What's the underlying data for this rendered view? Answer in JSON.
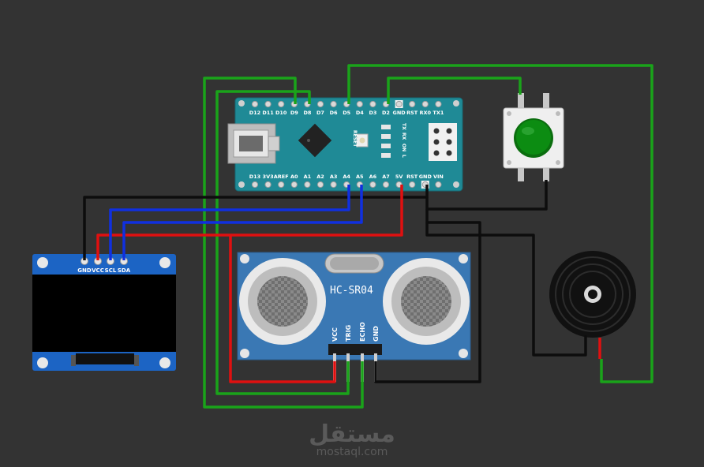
{
  "colors": {
    "background": "#333333",
    "wire_green": "#1aa31a",
    "wire_black": "#0d0d0d",
    "wire_red": "#e01010",
    "wire_blue": "#1030e0",
    "board": "#1f8a96",
    "sonar_board": "#3a78b4",
    "oled_board": "#1c64c4",
    "button_cap": "#0c8c12"
  },
  "arduino": {
    "top_pins": [
      "D12",
      "D11",
      "D10",
      "D9",
      "D8",
      "D7",
      "D6",
      "D5",
      "D4",
      "D3",
      "D2",
      "GND",
      "RST",
      "RX0",
      "TX1"
    ],
    "bottom_pins": [
      "D13",
      "3V3",
      "AREF",
      "A0",
      "A1",
      "A2",
      "A3",
      "A4",
      "A5",
      "A6",
      "A7",
      "5V",
      "RST",
      "GND",
      "VIN"
    ],
    "reset_label": "RESET",
    "leds": [
      "TX",
      "RX",
      "ON",
      "L"
    ]
  },
  "oled": {
    "pins": [
      "GND",
      "VCC",
      "SCL",
      "SDA"
    ]
  },
  "ultrasonic": {
    "model": "HC-SR04",
    "pins": [
      "VCC",
      "TRIG",
      "ECHO",
      "GND"
    ]
  },
  "watermark": {
    "arabic": "مستقل",
    "url": "mostaql.com"
  },
  "icons": [
    "usb-connector-icon",
    "microcontroller-chip-icon",
    "push-button-icon",
    "buzzer-icon"
  ]
}
